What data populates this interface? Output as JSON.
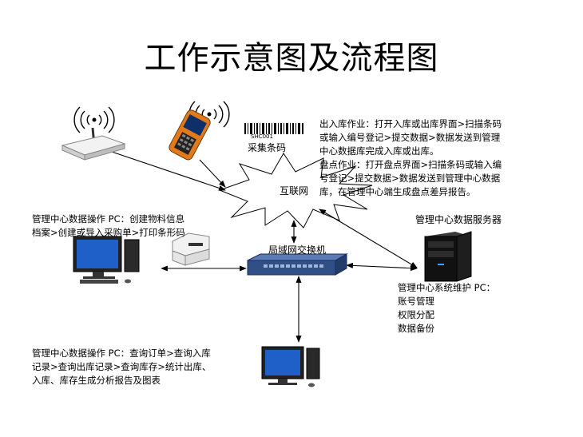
{
  "title": "工作示意图及流程图",
  "barcode": {
    "code": "SHC001",
    "label": "采集条码"
  },
  "internet_label": "互联网",
  "switch_label": "局域网交换机",
  "server_label": "管理中心数据服务器",
  "io_text": {
    "lines": [
      "出入库作业：打开入库或出库界面>扫描条码",
      "或输入编号登记>提交数据>数据发送到管理",
      "中心数据库完成入库或出库。",
      "盘点作业：打开盘点界面>扫描条码或输入编",
      "号登记>提交数据>数据发送到管理中心数据",
      "库，在管理中心端生成盘点差异报告。"
    ]
  },
  "pc1_text": {
    "lines": [
      "管理中心数据操作 PC：创建物料信息",
      "档案>创建或导入采购单>打印条形码"
    ]
  },
  "maint_text": {
    "lines": [
      "管理中心系统维护 PC：",
      "账号管理",
      "权限分配",
      "数据备份"
    ]
  },
  "pc3_text": {
    "lines": [
      "管理中心数据操作 PC：查询订单>查询入库",
      "记录>查询出库记录>查询库存>统计出库、",
      "入库、库存生成分析报告及图表"
    ]
  },
  "colors": {
    "pc_screen": "#1f5fc8",
    "switch_body": "#2f4f86",
    "scanner_body": "#e27a1c",
    "router_body": "#e8e8e8"
  }
}
